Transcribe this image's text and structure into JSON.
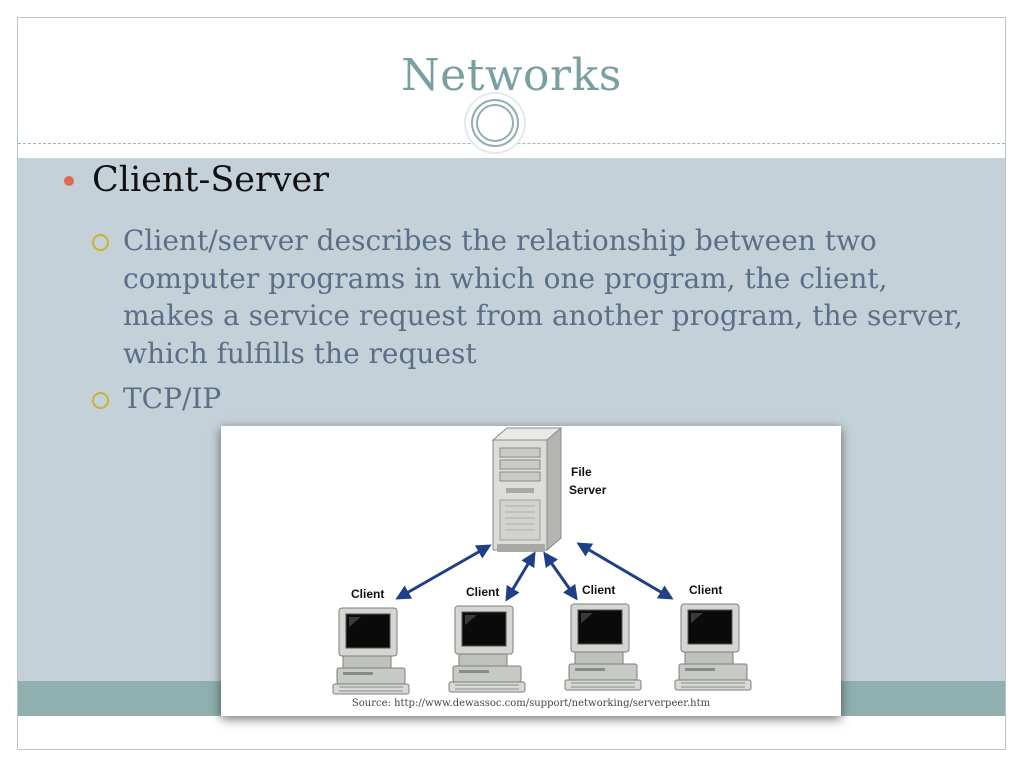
{
  "slide": {
    "title": "Networks",
    "bullet": "Client-Server",
    "sub_bullets": [
      "Client/server describes the relationship between two computer programs in which one program, the client, makes a service request from another program, the server, which fulfills the request",
      "TCP/IP"
    ]
  },
  "figure": {
    "server_label_line1": "File",
    "server_label_line2": "Server",
    "client_labels": [
      "Client",
      "Client",
      "Client",
      "Client"
    ],
    "source": "Source: http://www.dewassoc.com/support/networking/serverpeer.htm"
  },
  "colors": {
    "title": "#7a9fa0",
    "content_bg": "#c5d1d8",
    "footer_band": "#8fb0ae",
    "bullet_dot": "#dd6a51",
    "sub_bullet_ring": "#c9b234",
    "sub_text": "#5a6f88",
    "arrow": "#1f3f86"
  },
  "icons": [
    "medallion-ornament",
    "server-tower-icon",
    "client-computer-icon"
  ]
}
